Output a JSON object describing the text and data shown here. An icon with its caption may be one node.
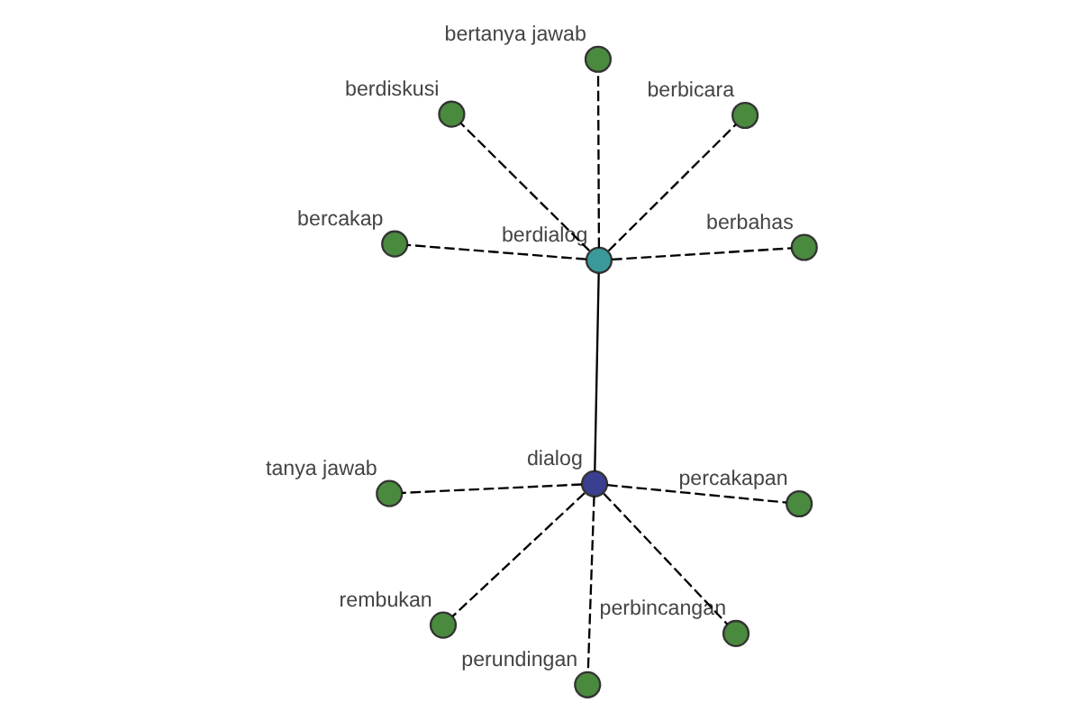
{
  "diagram": {
    "nodes": [
      {
        "text": [
          "berdiskusi"
        ]
      },
      {
        "text": [
          "berbahas"
        ]
      },
      {
        "text": [
          "bercakap"
        ]
      },
      {
        "text": [
          "berdialog"
        ]
      },
      {
        "text": [
          "berbicara"
        ]
      },
      {
        "text": [
          "bertanya jawab"
        ]
      },
      {
        "text": [
          "perundingan"
        ]
      },
      {
        "text": [
          "percakapan"
        ]
      },
      {
        "text": [
          "rembukan"
        ]
      },
      {
        "text": [
          "dialog"
        ]
      },
      {
        "text": [
          "perbincangan"
        ]
      },
      {
        "text": [
          "tanya jawab"
        ]
      }
    ],
    "edges": [
      {
        "from": 3,
        "to": 0,
        "arrow": "none",
        "style": "dashed"
      },
      {
        "from": 3,
        "to": 1,
        "arrow": "none",
        "style": "dashed"
      },
      {
        "from": 3,
        "to": 2,
        "arrow": "none",
        "style": "dashed"
      },
      {
        "from": 3,
        "to": 4,
        "arrow": "none",
        "style": "dashed"
      },
      {
        "from": 3,
        "to": 5,
        "arrow": "none",
        "style": "dashed"
      },
      {
        "from": 9,
        "to": 3,
        "arrow": "none"
      },
      {
        "from": 9,
        "to": 6,
        "arrow": "none",
        "style": "dashed"
      },
      {
        "from": 9,
        "to": 7,
        "arrow": "none",
        "style": "dashed"
      },
      {
        "from": 9,
        "to": 8,
        "arrow": "none",
        "style": "dashed"
      },
      {
        "from": 9,
        "to": 10,
        "arrow": "none",
        "style": "dashed"
      },
      {
        "from": 9,
        "to": 11,
        "arrow": "none",
        "style": "dashed"
      }
    ]
  }
}
